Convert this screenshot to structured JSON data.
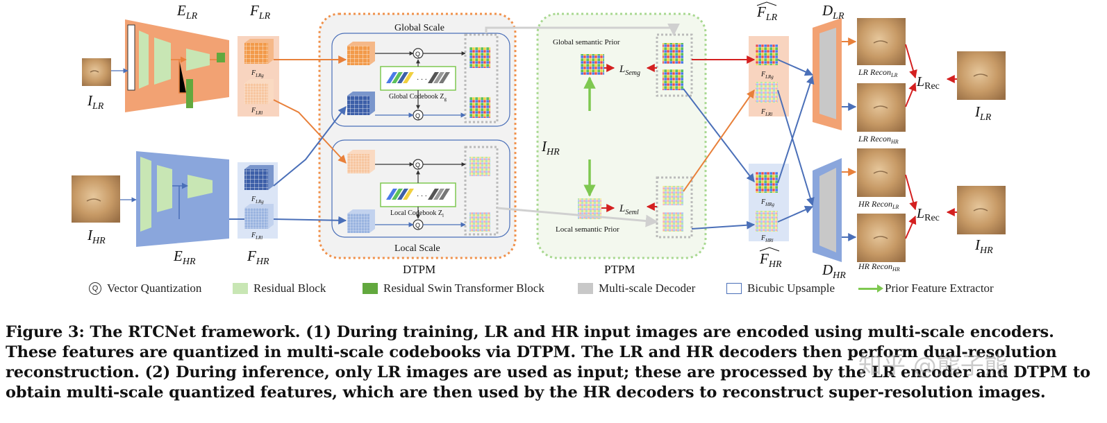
{
  "labels": {
    "e_lr": [
      "E",
      "LR"
    ],
    "f_lr": [
      "F",
      "LR"
    ],
    "e_hr": [
      "E",
      "HR"
    ],
    "f_hr": [
      "F",
      "HR"
    ],
    "i_lr_in": [
      "I",
      "LR"
    ],
    "i_hr_in": [
      "I",
      "HR"
    ],
    "i_hr_mid": [
      "I",
      "HR"
    ],
    "i_lr_out": [
      "I",
      "LR"
    ],
    "i_hr_out": [
      "I",
      "HR"
    ],
    "d_lr": [
      "D",
      "LR"
    ],
    "d_hr": [
      "D",
      "HR"
    ],
    "fhat_lr": [
      "F",
      "LR"
    ],
    "fhat_hr": [
      "F",
      "HR"
    ],
    "flr_g": [
      "F",
      "LRg"
    ],
    "flr_l": [
      "F",
      "LRl"
    ],
    "fhr_g": [
      "F",
      "LRg"
    ],
    "fhr_l": [
      "F",
      "LRl"
    ],
    "fhat_lr_g": [
      "F",
      "LRg"
    ],
    "fhat_lr_l": [
      "F",
      "LRl"
    ],
    "fhat_hr_g": [
      "F",
      "HRg"
    ],
    "fhat_hr_l": [
      "F",
      "HRl"
    ],
    "global_scale": "Global Scale",
    "local_scale": "Local Scale",
    "global_codebook": [
      "Global Codebook Z",
      "g"
    ],
    "local_codebook": [
      "Local Codebook Z",
      "l"
    ],
    "dtpm": "DTPM",
    "ptpm": "PTPM",
    "global_prior": "Global semantic Prior",
    "local_prior": "Local semantic Prior",
    "l_sem_g": [
      "L",
      "Semg"
    ],
    "l_sem_l": [
      "L",
      "Seml"
    ],
    "l_rec_top": [
      "L",
      "Rec"
    ],
    "l_rec_bottom": [
      "L",
      "Rec"
    ],
    "recon_lr_lr": [
      "LR Recon",
      "LR"
    ],
    "recon_lr_hr": [
      "LR Recon",
      "HR"
    ],
    "recon_hr_lr": [
      "HR Recon",
      "LR"
    ],
    "recon_hr_hr": [
      "HR Recon",
      "HR"
    ],
    "quant_symbol": "Q",
    "dots": "· · ·"
  },
  "legend": {
    "vq": "Vector Quantization",
    "residual": "Residual Block",
    "swin": "Residual Swin Transformer Block",
    "decoder": "Multi-scale Decoder",
    "bicubic": "Bicubic Upsample",
    "prior": "Prior Feature Extractor",
    "q_symbol": "Q"
  },
  "caption": {
    "line1": "Figure 3: The RTCNet framework. (1) During training, LR and HR input images are encoded using multi-scale encoders.",
    "line2": "These features are quantized in multi-scale codebooks via DTPM. The LR and HR decoders then perform dual-resolution",
    "line3": "reconstruction. (2) During inference, only LR images are used as input; these are processed by the LR encoder and DTPM to",
    "line4": "obtain multi-scale quantized features, which are then used by the HR decoders to reconstruct super-resolution images."
  },
  "watermark": "知乎 @熊子熊",
  "colors": {
    "lr_encoder": "#f2a273",
    "hr_encoder": "#8aa6dc",
    "residual": "#c8e6b4",
    "swin": "#62a83e",
    "decoder": "#c8c8c8",
    "orange_arrow": "#e8803a",
    "blue_arrow": "#4a6fb8",
    "green_arrow": "#7ec850",
    "red_arrow": "#d42020",
    "dtpm_border": "#f0904a",
    "ptpm_border": "#a8d890"
  }
}
